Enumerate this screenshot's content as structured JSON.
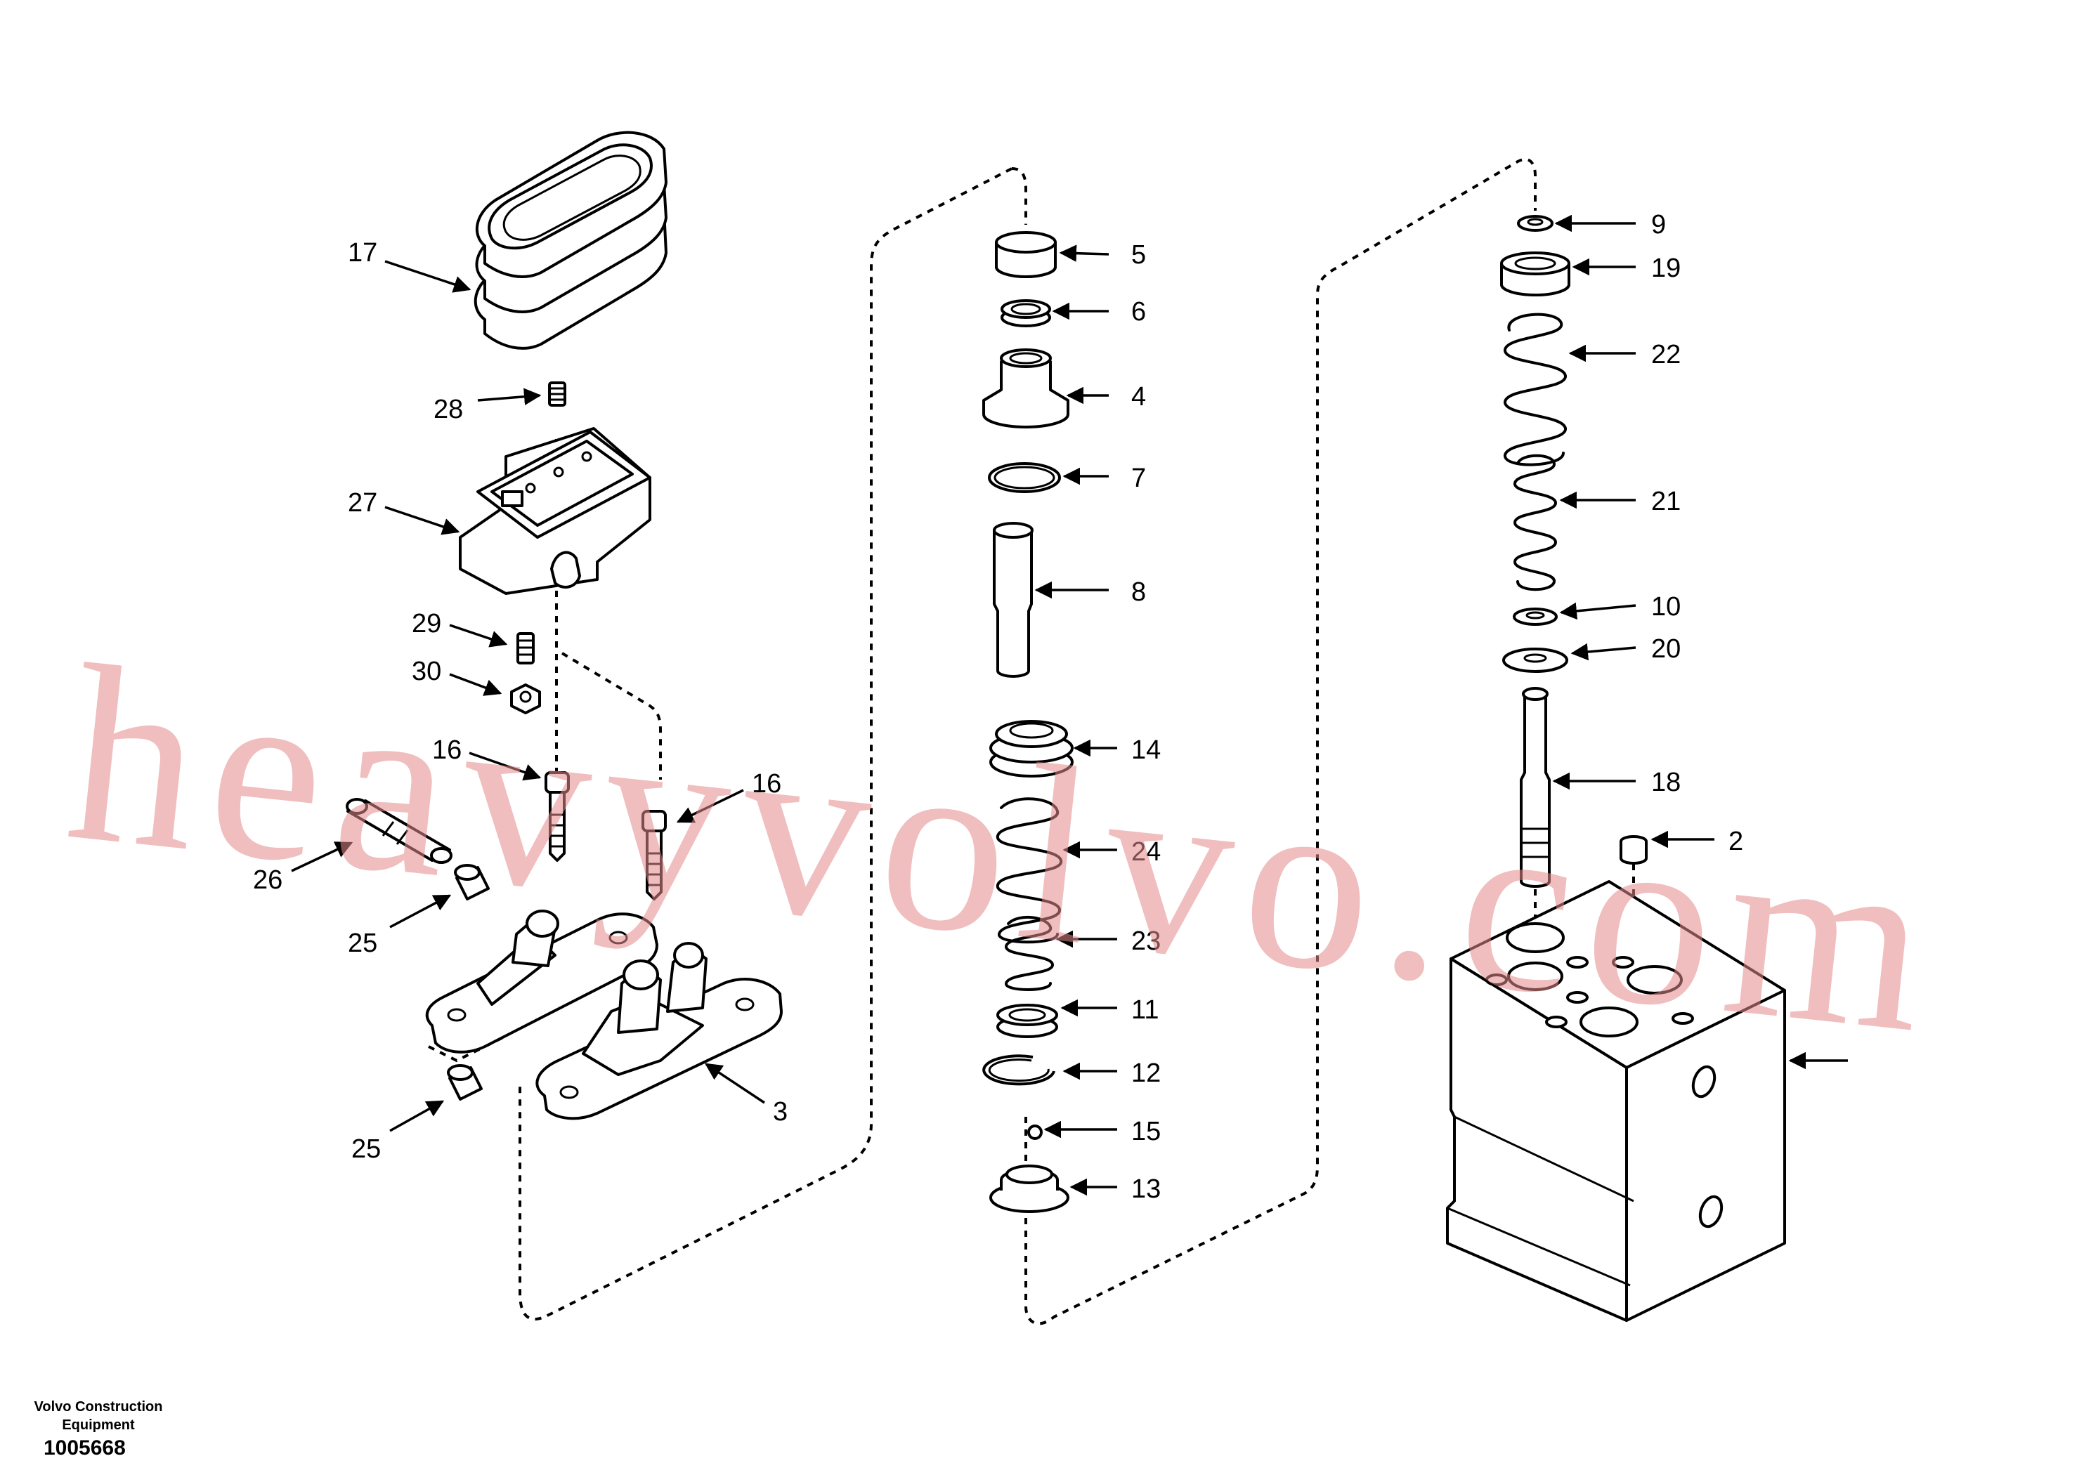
{
  "footer": {
    "brand_line1": "Volvo Construction",
    "brand_line2": "Equipment",
    "drawing_number": "1005668"
  },
  "watermark": "heavyvolvo.com",
  "callouts": [
    "17",
    "28",
    "27",
    "29",
    "30",
    "16",
    "16",
    "26",
    "25",
    "25",
    "3",
    "5",
    "6",
    "4",
    "7",
    "8",
    "14",
    "24",
    "23",
    "11",
    "12",
    "15",
    "13",
    "9",
    "19",
    "22",
    "21",
    "10",
    "20",
    "18",
    "2"
  ]
}
